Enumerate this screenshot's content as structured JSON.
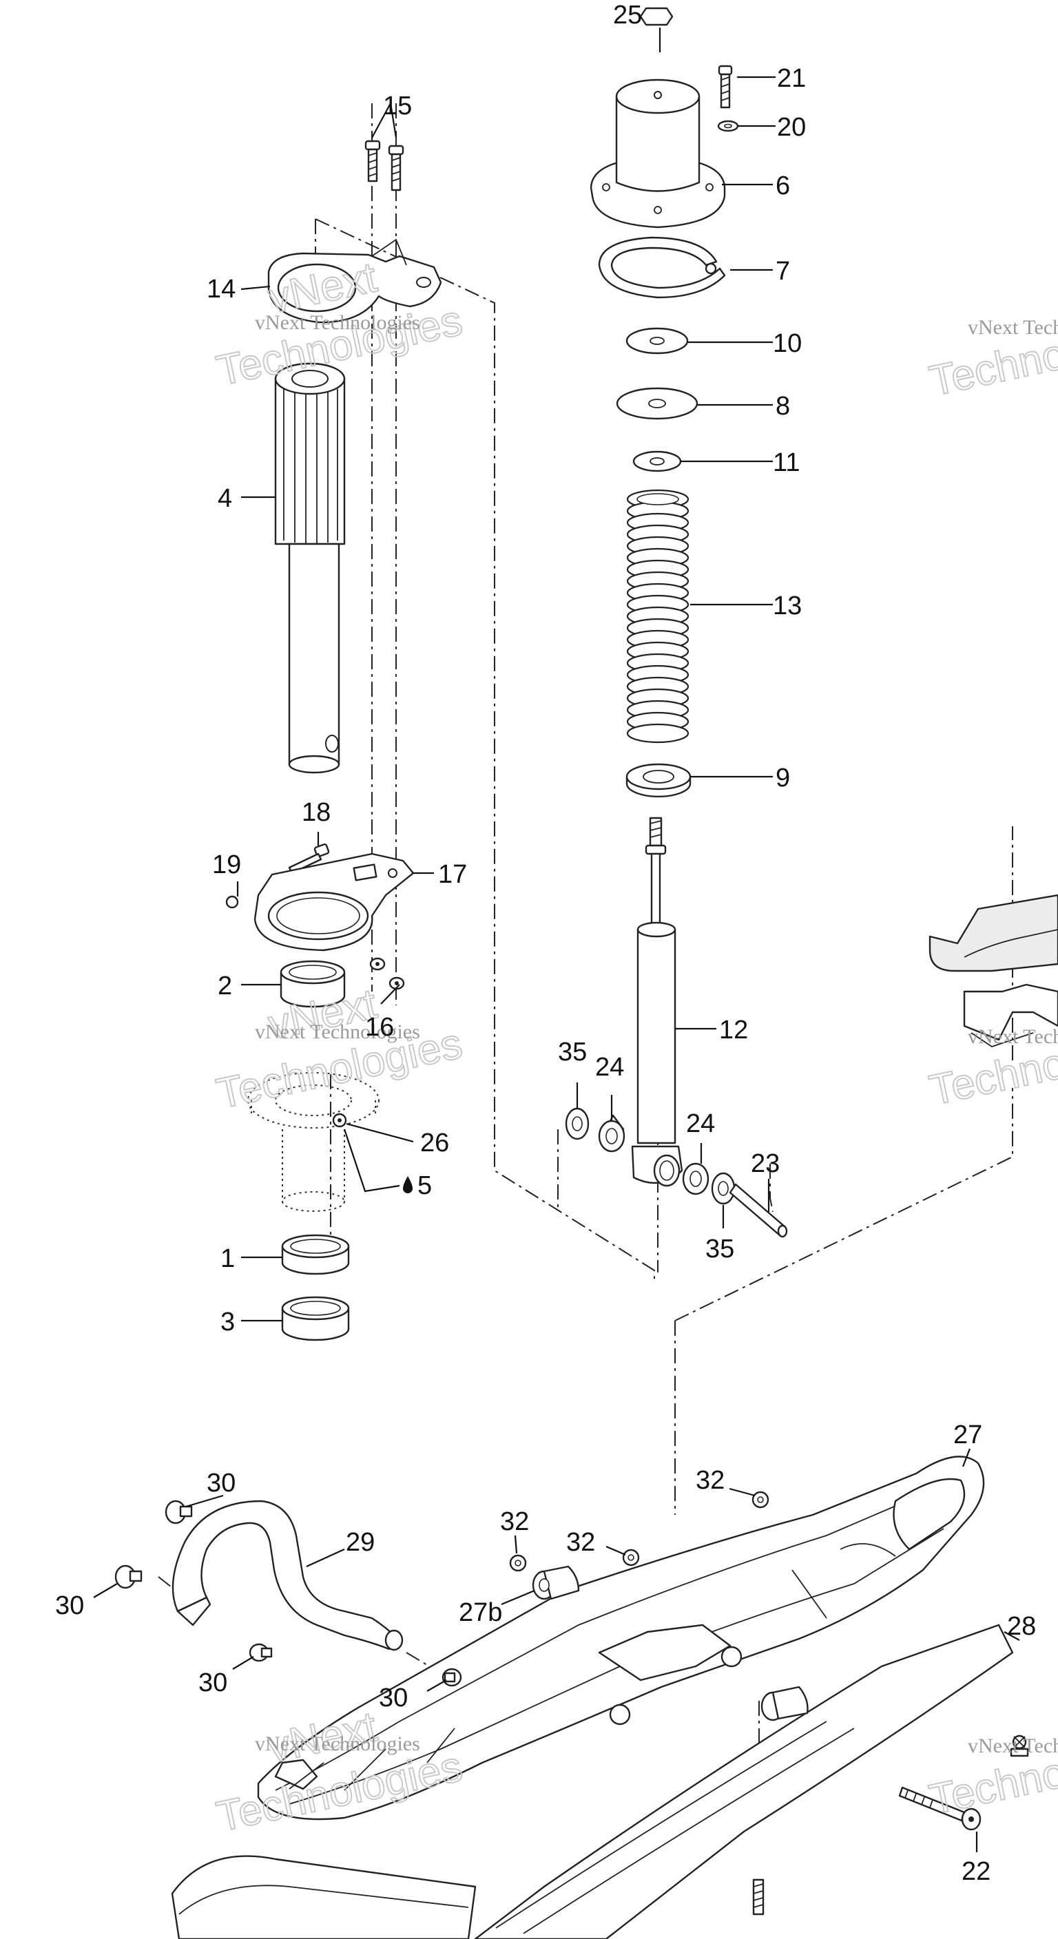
{
  "diagram": {
    "watermark_text": "vNext Technologies",
    "watermark_big_text": "Technologies",
    "watermark_big_text_alt": "vNext",
    "callouts": {
      "c1": "1",
      "c2": "2",
      "c3": "3",
      "c4": "4",
      "c5": "5",
      "c6": "6",
      "c7": "7",
      "c8": "8",
      "c9": "9",
      "c10": "10",
      "c11": "11",
      "c12": "12",
      "c13": "13",
      "c14": "14",
      "c15": "15",
      "c16": "16",
      "c17": "17",
      "c18": "18",
      "c19": "19",
      "c20": "20",
      "c21": "21",
      "c22": "22",
      "c23": "23",
      "c24a": "24",
      "c24b": "24",
      "c25": "25",
      "c26": "26",
      "c27": "27",
      "c27b": "27b",
      "c28": "28",
      "c29": "29",
      "c30a": "30",
      "c30b": "30",
      "c30c": "30",
      "c30d": "30",
      "c32a": "32",
      "c32b": "32",
      "c32c": "32",
      "c35a": "35",
      "c35b": "35"
    },
    "icons": {
      "lubricant": "oil-drop-icon"
    }
  }
}
